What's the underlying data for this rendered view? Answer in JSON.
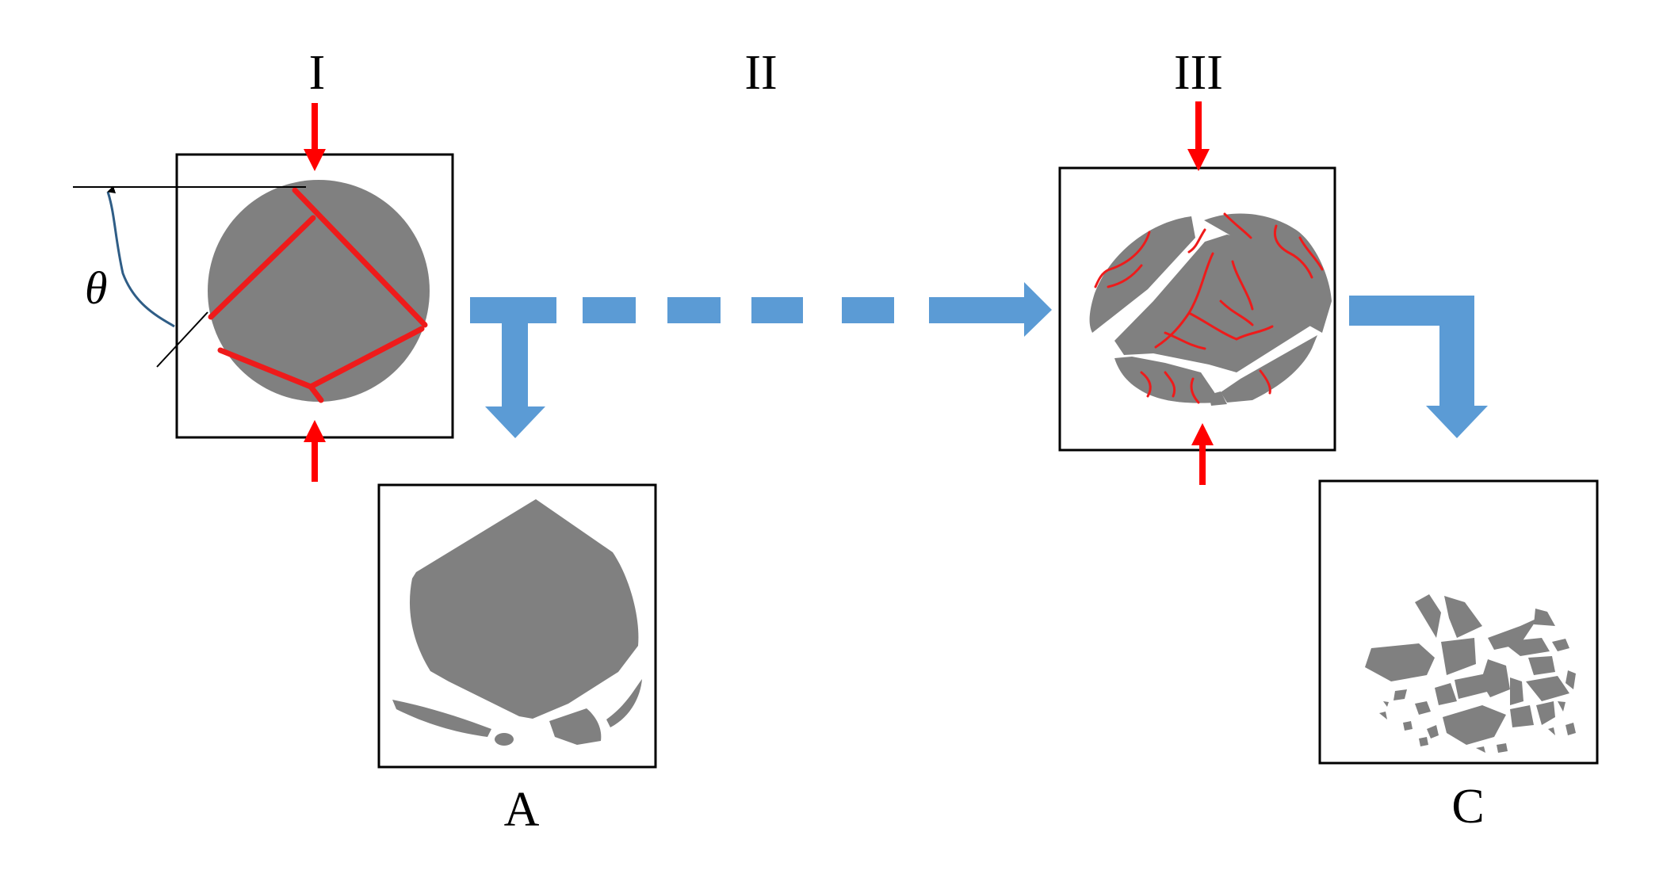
{
  "labels": {
    "stage_1": "I",
    "stage_2": "II",
    "stage_3": "III",
    "result_a": "A",
    "result_c": "C",
    "angle": "θ"
  },
  "colors": {
    "particle": "#808080",
    "crack": "#ee1b1b",
    "load_arrow": "#ff0000",
    "flow_arrow": "#5b9bd5",
    "frame": "#000000"
  },
  "icons": {
    "load": "red-arrow-icon",
    "flow": "blue-arrow-icon"
  }
}
